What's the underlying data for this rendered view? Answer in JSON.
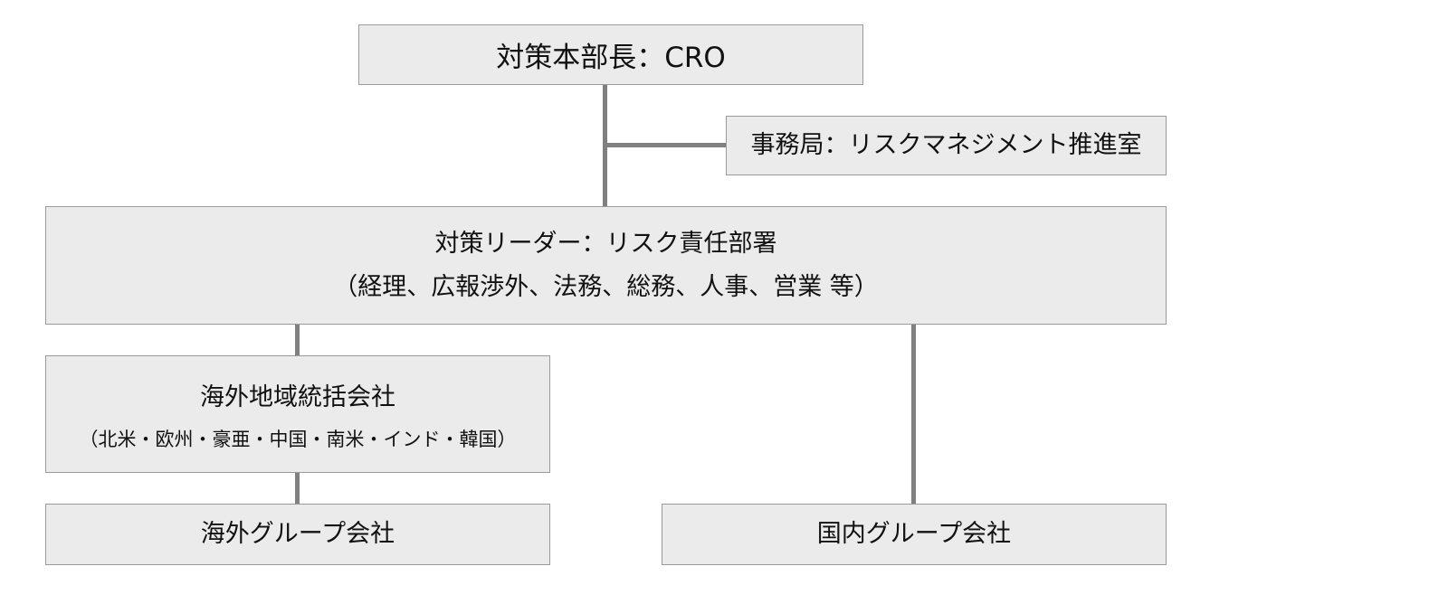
{
  "nodes": {
    "head": {
      "label": "対策本部長：CRO"
    },
    "secretariat": {
      "label": "事務局：リスクマネジメント推進室"
    },
    "leader": {
      "label": "対策リーダー：リスク責任部署",
      "sub": "（経理、広報渉外、法務、総務、人事、営業 等）"
    },
    "regional": {
      "label": "海外地域統括会社",
      "sub": "（北米・欧州・豪亜・中国・南米・インド・韓国）"
    },
    "overseas": {
      "label": "海外グループ会社"
    },
    "domestic": {
      "label": "国内グループ会社"
    }
  },
  "colors": {
    "box_fill": "#ebebeb",
    "box_border": "#9a9a9a",
    "connector": "#808080"
  }
}
